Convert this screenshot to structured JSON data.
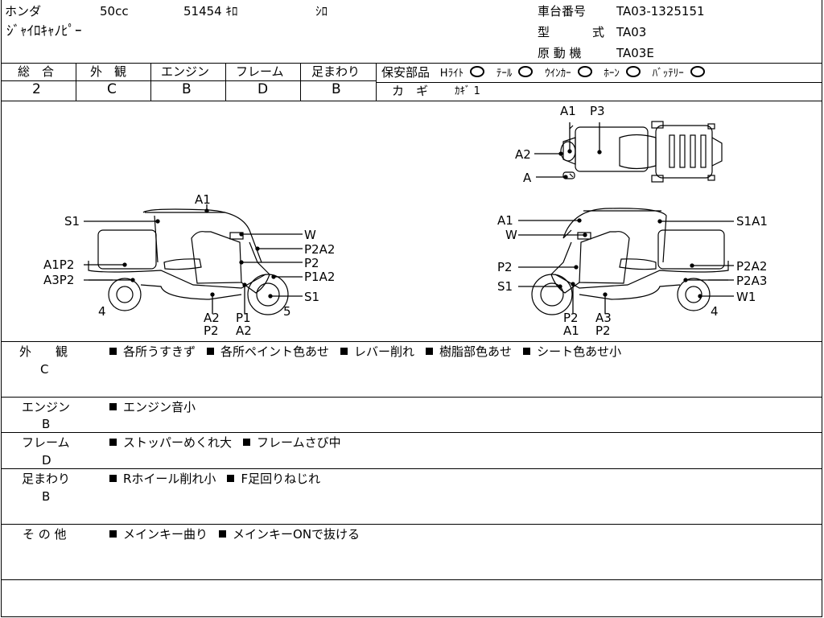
{
  "header": {
    "maker": "ホンダ",
    "displacement": "50cc",
    "mileage": "51454 ｷﾛ",
    "color": "ｼﾛ",
    "model_name": "ｼﾞｬｲﾛｷｬﾉﾋﾟｰ",
    "frame_no_label": "車台番号",
    "frame_no_value": "TA03-1325151",
    "type_label_1": "型",
    "type_label_2": "式",
    "type_value": "TA03",
    "engine_label": "原 動 機",
    "engine_value": "TA03E"
  },
  "grades": {
    "overall_label": "総　合",
    "overall": "2",
    "exterior_label": "外　観",
    "exterior": "C",
    "engine_label": "エンジン",
    "engine": "B",
    "frame_label": "フレーム",
    "frame": "D",
    "suspension_label": "足まわり",
    "suspension": "B"
  },
  "safety_parts": {
    "label": "保安部品",
    "items": [
      "Hﾗｲﾄ",
      "ﾃｰﾙ",
      "ｳｲﾝｶｰ",
      "ﾎｰﾝ",
      "ﾊﾞｯﾃﾘｰ"
    ],
    "key_label": "カ　ギ",
    "key_value": "ｶｷﾞ 1"
  },
  "diagram": {
    "top_view": {
      "a1": "A1",
      "p3": "P3",
      "a2": "A2",
      "a": "A"
    },
    "left_view": {
      "a1": "A1",
      "s1": "S1",
      "w": "W",
      "p2a2": "P2A2",
      "a1p2": "A1P2",
      "p2": "P2",
      "a3p2": "A3P2",
      "p1a2": "P1A2",
      "s1b": "S1",
      "n4": "4",
      "n5": "5",
      "a2": "A2",
      "p2b": "P2",
      "p1": "P1",
      "a2b": "A2"
    },
    "right_view": {
      "a1": "A1",
      "w": "W",
      "p2": "P2",
      "s1": "S1",
      "s1a1": "S1A1",
      "p2a2": "P2A2",
      "p2a3": "P2A3",
      "w1": "W1",
      "n4": "4",
      "p2b": "P2",
      "a1b": "A1",
      "a3": "A3",
      "p2c": "P2"
    }
  },
  "remarks": {
    "exterior": {
      "label": "外　　観",
      "grade": "C",
      "items": [
        "各所うすきず",
        "各所ペイント色あせ",
        "レバー削れ",
        "樹脂部色あせ",
        "シート色あせ小"
      ]
    },
    "engine": {
      "label": "エンジン",
      "grade": "B",
      "items": [
        "エンジン音小"
      ]
    },
    "frame": {
      "label": "フレーム",
      "grade": "D",
      "items": [
        "ストッパーめくれ大",
        "フレームさび中"
      ]
    },
    "suspension": {
      "label": "足まわり",
      "grade": "B",
      "items": [
        "Rホイール削れ小",
        "F足回りねじれ"
      ]
    },
    "other": {
      "label": "そ の 他",
      "items": [
        "メインキー曲り",
        "メインキーONで抜ける"
      ]
    }
  }
}
